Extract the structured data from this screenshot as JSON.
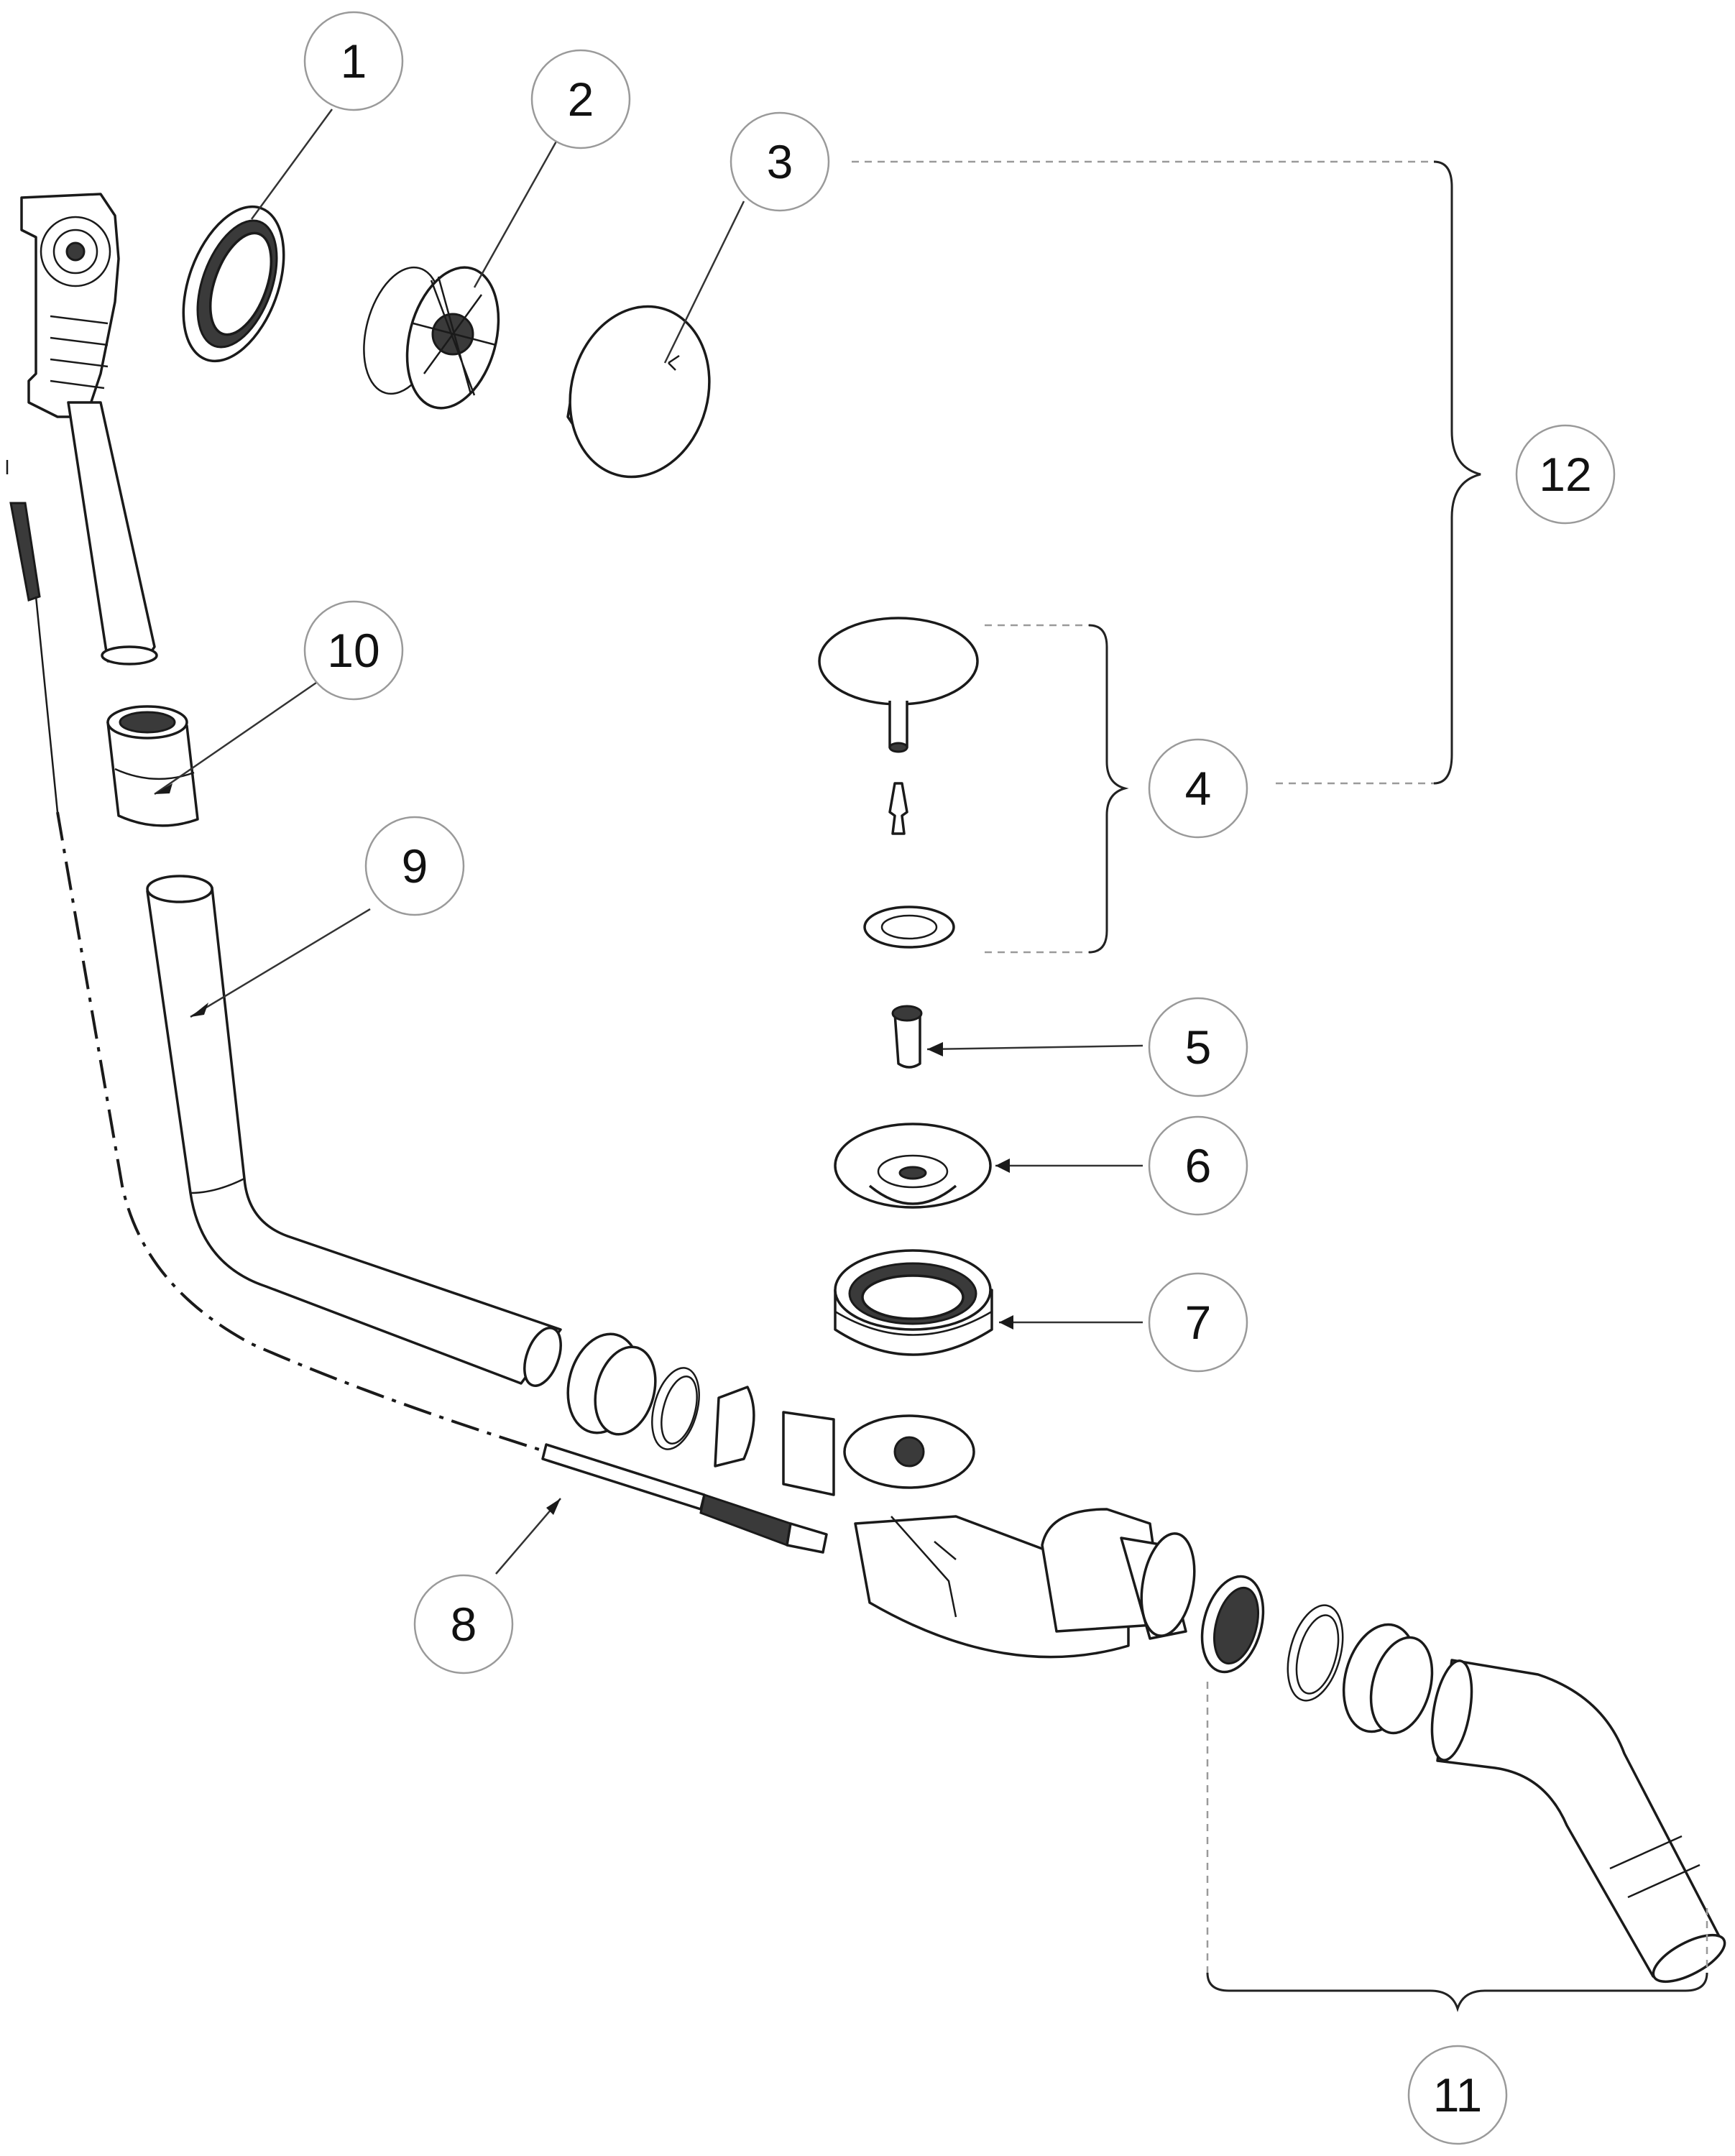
{
  "callouts": [
    {
      "id": "1",
      "label": "1"
    },
    {
      "id": "2",
      "label": "2"
    },
    {
      "id": "3",
      "label": "3"
    },
    {
      "id": "4",
      "label": "4"
    },
    {
      "id": "5",
      "label": "5"
    },
    {
      "id": "6",
      "label": "6"
    },
    {
      "id": "7",
      "label": "7"
    },
    {
      "id": "8",
      "label": "8"
    },
    {
      "id": "9",
      "label": "9"
    },
    {
      "id": "10",
      "label": "10"
    },
    {
      "id": "11",
      "label": "11"
    },
    {
      "id": "12",
      "label": "12"
    }
  ],
  "colors": {
    "line": "#1a1a1a",
    "callout_border": "#9a9a9a",
    "background": "#ffffff"
  }
}
